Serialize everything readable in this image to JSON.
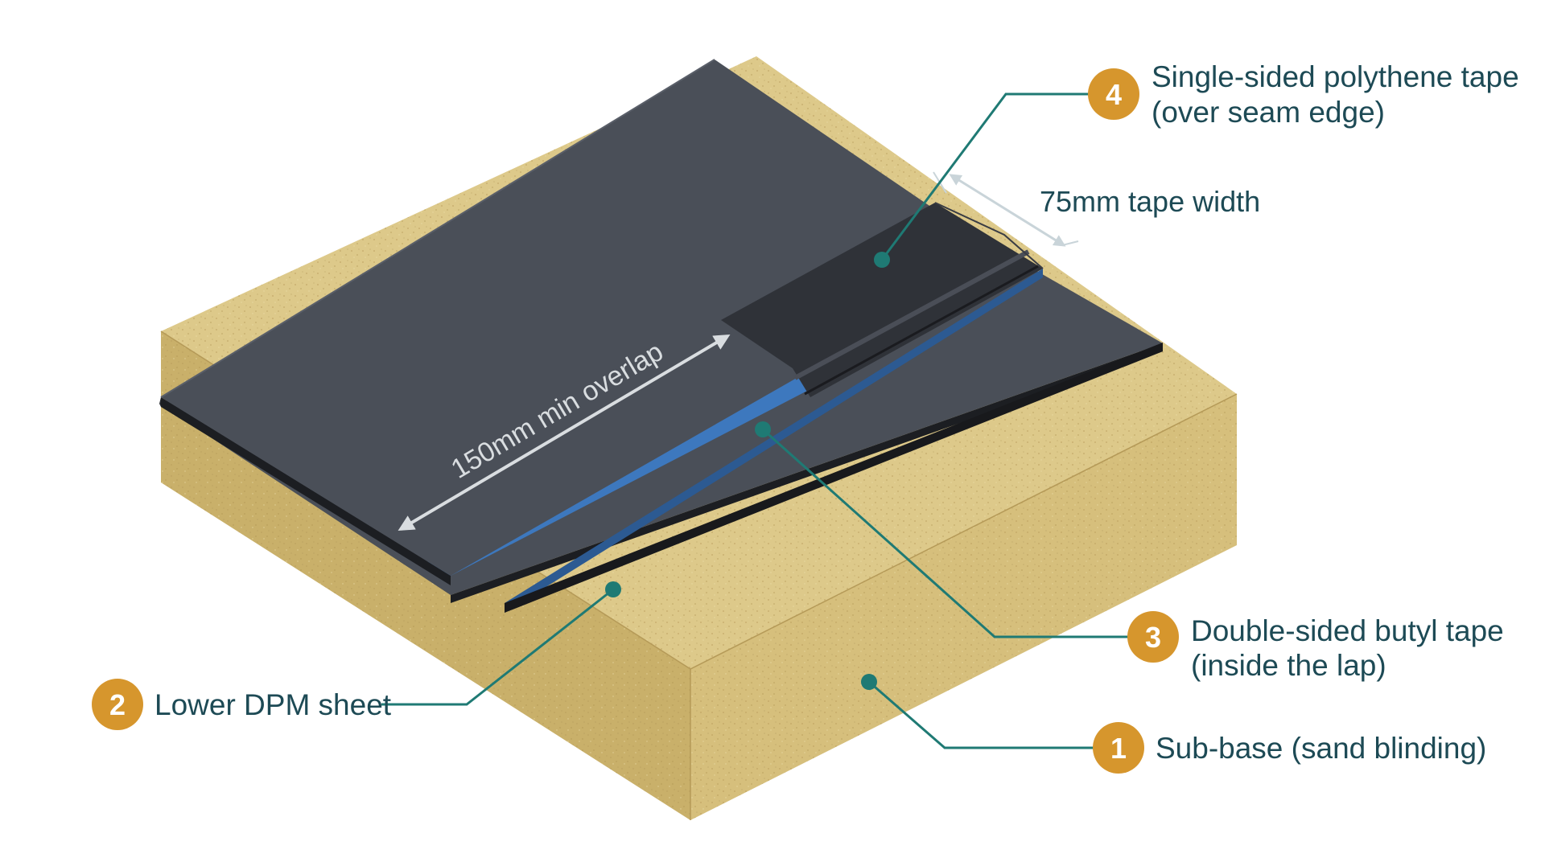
{
  "title": "",
  "colors": {
    "leader": "#1f7a74",
    "badge": "#d6962d",
    "label_text": "#1d4a55",
    "sand_top": "#ddc98a",
    "sand_side": "#d2bb76",
    "sheet": "#4a4f58",
    "butyl_tape": "#3d78be",
    "poly_tape": "#2f3238",
    "dimension_arrow_dark": "#d9dde0",
    "dimension_arrow_light": "#c9d4d9"
  },
  "callouts": [
    {
      "number": "1",
      "line1": "Sub-base (sand blinding)",
      "line2": "",
      "component": "sub-base"
    },
    {
      "number": "2",
      "line1": "Lower DPM sheet",
      "line2": "",
      "component": "lower-dpm-sheet"
    },
    {
      "number": "3",
      "line1": "Double-sided butyl tape",
      "line2": "(inside the lap)",
      "component": "butyl-tape"
    },
    {
      "number": "4",
      "line1": "Single-sided polythene tape",
      "line2": "(over seam edge)",
      "component": "polythene-tape"
    }
  ],
  "dimensions": {
    "overlap": "150mm min overlap",
    "tape_width": "75mm tape width"
  }
}
